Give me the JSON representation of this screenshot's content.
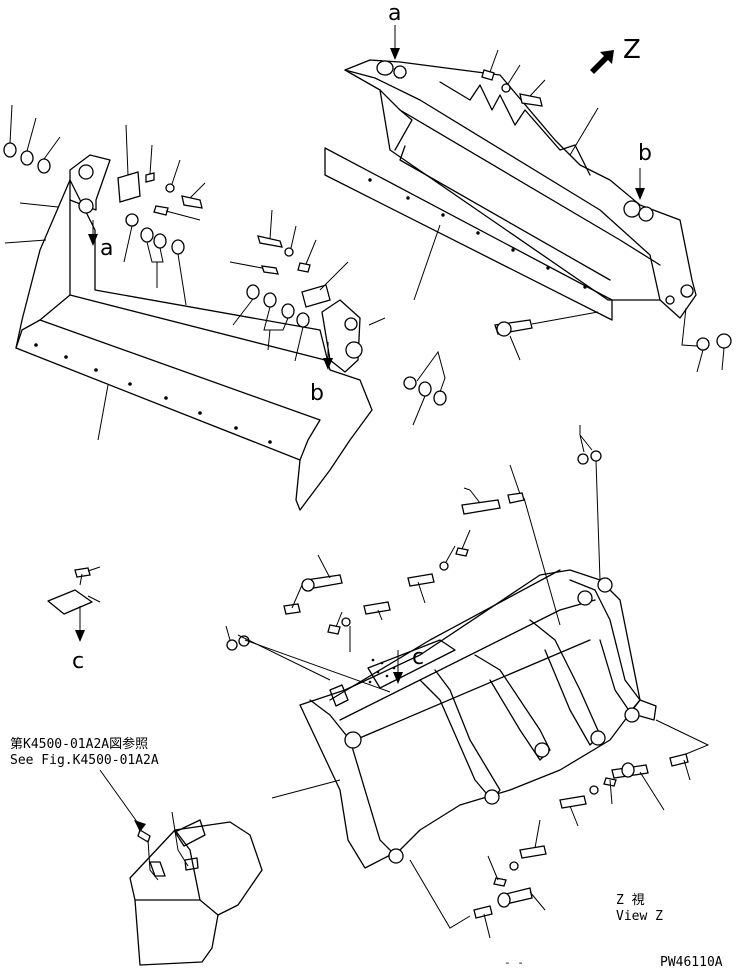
{
  "labels": {
    "view_letter": "Z",
    "callout_a_top": "a",
    "callout_a_left": "a",
    "callout_b_right": "b",
    "callout_b_left": "b",
    "callout_c_left": "c",
    "callout_c_center": "c"
  },
  "reference": {
    "jp": "第K4500-01A2A図参照",
    "en": "See Fig.K4500-01A2A"
  },
  "view_caption": {
    "jp": "Z  視",
    "en": "View Z"
  },
  "drawing_number": "PW46110A",
  "page_marker": "- -"
}
